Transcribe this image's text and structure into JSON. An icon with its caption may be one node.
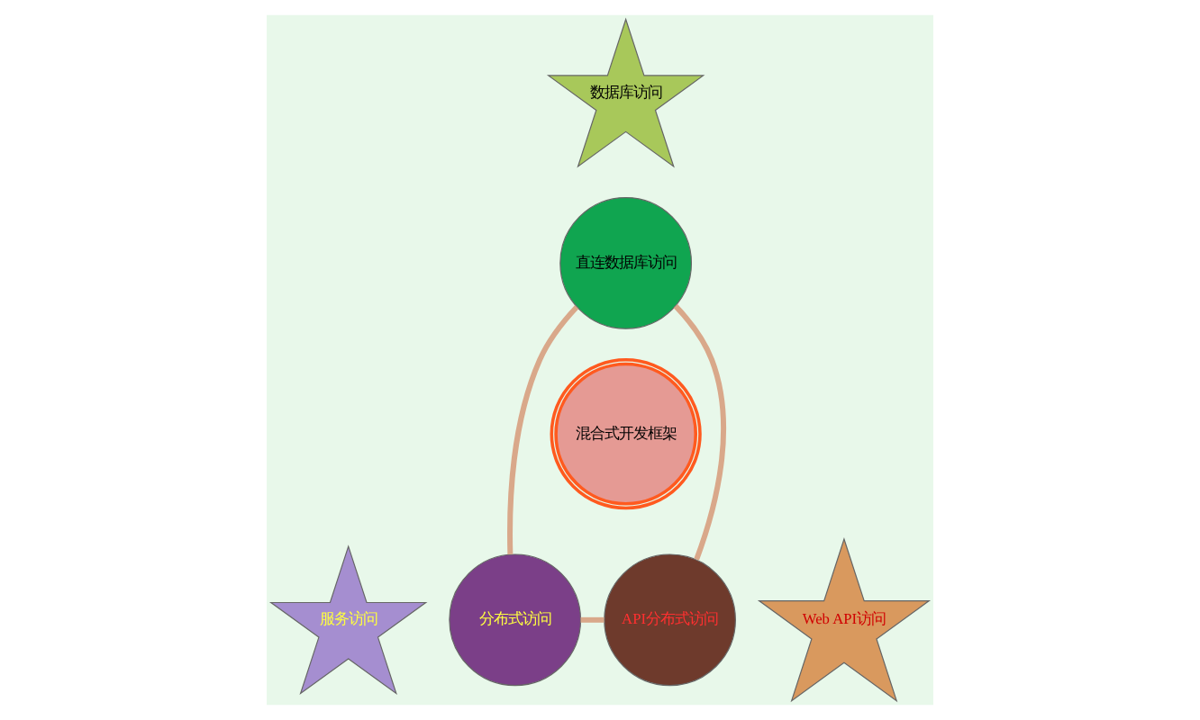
{
  "diagram": {
    "nodes": [
      {
        "text": [
          "混合式开发框架"
        ]
      },
      {
        "text": [
          "数据库访问"
        ]
      },
      {
        "text": [
          "直连数据库访问"
        ]
      },
      {
        "text": [
          "服务访问"
        ]
      },
      {
        "text": [
          "分布式访问"
        ]
      },
      {
        "text": [
          "API分布式访问"
        ]
      },
      {
        "text": [
          "Web API访问"
        ]
      }
    ],
    "edges": [
      {
        "from": 2,
        "to": 4,
        "arrow": "none"
      },
      {
        "from": 4,
        "to": 5,
        "arrow": "none"
      },
      {
        "from": 5,
        "to": 2,
        "arrow": "none"
      }
    ]
  }
}
